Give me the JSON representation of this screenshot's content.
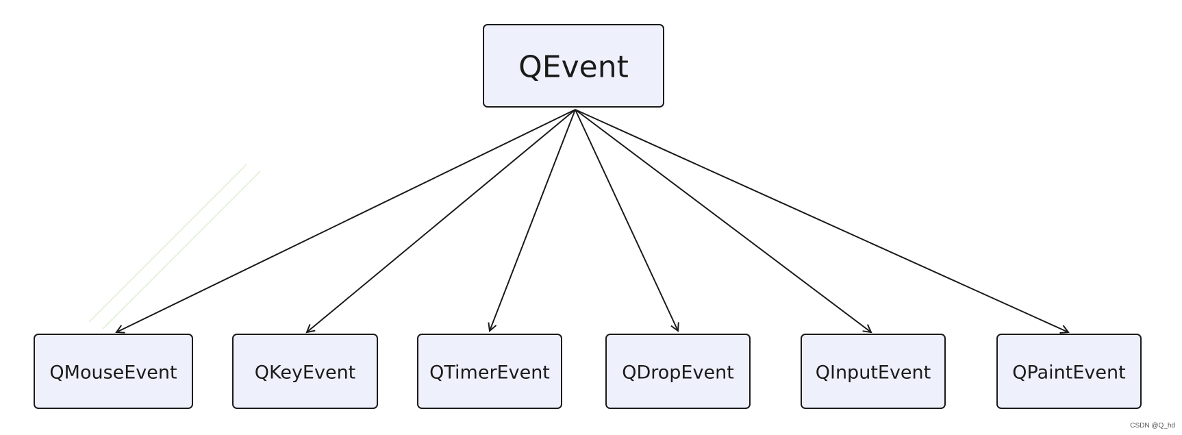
{
  "diagram": {
    "root": {
      "id": "qevent",
      "label": "QEvent"
    },
    "children": [
      {
        "id": "qmouseevent",
        "label": "QMouseEvent"
      },
      {
        "id": "qkeyevent",
        "label": "QKeyEvent"
      },
      {
        "id": "qtimerevent",
        "label": "QTimerEvent"
      },
      {
        "id": "qdropevent",
        "label": "QDropEvent"
      },
      {
        "id": "qinputevent",
        "label": "QInputEvent"
      },
      {
        "id": "qpaintevent",
        "label": "QPaintEvent"
      }
    ],
    "edges": [
      {
        "from": "qevent",
        "to": "qmouseevent"
      },
      {
        "from": "qevent",
        "to": "qkeyevent"
      },
      {
        "from": "qevent",
        "to": "qtimerevent"
      },
      {
        "from": "qevent",
        "to": "qdropevent"
      },
      {
        "from": "qevent",
        "to": "qinputevent"
      },
      {
        "from": "qevent",
        "to": "qpaintevent"
      }
    ],
    "colors": {
      "box_fill": "#eef0fb",
      "stroke": "#1a1a1a",
      "text": "#1a1a1a"
    }
  },
  "credit": "CSDN @Q_hd"
}
